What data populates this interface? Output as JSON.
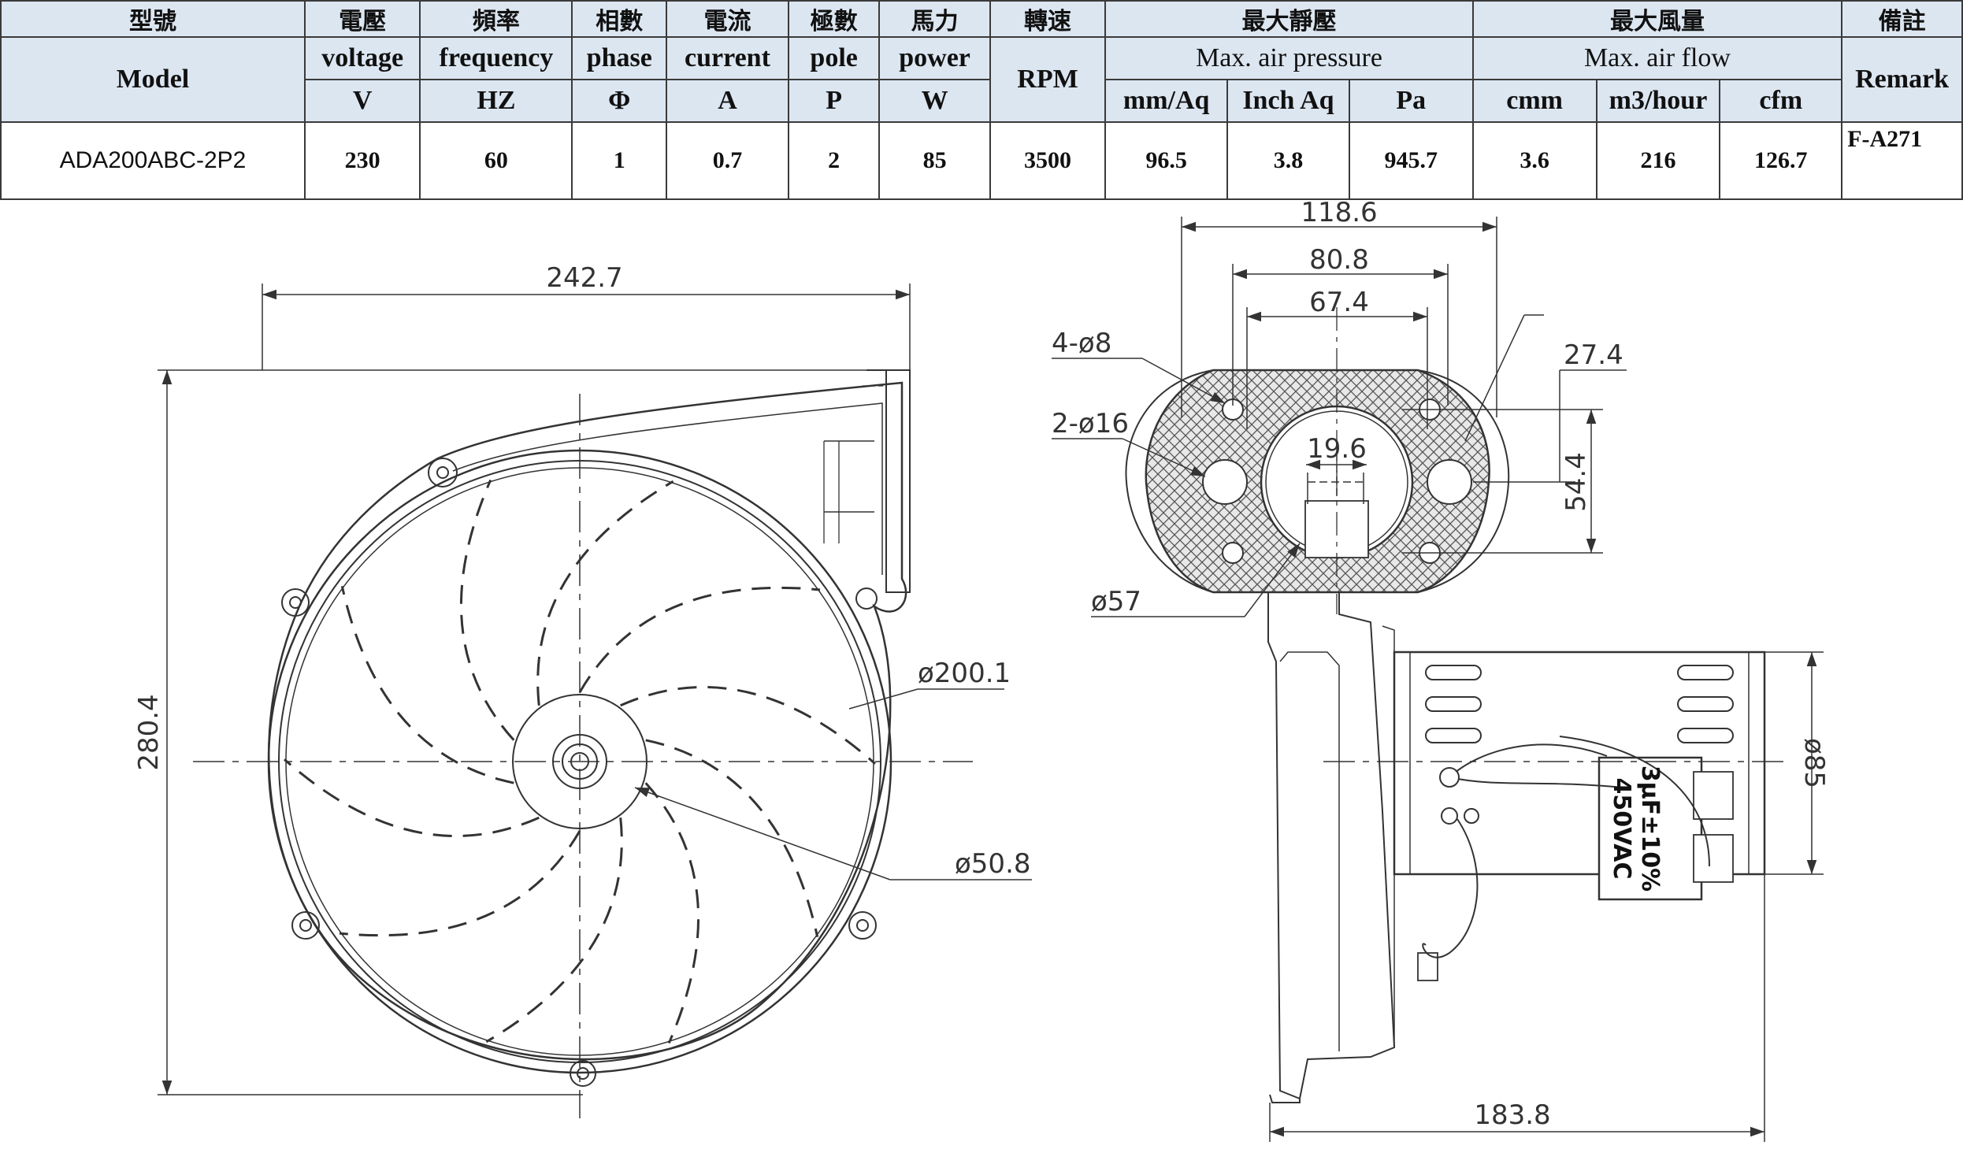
{
  "table": {
    "row1": [
      "型號",
      "電壓",
      "頻率",
      "相數",
      "電流",
      "極數",
      "馬力",
      "轉速",
      "最大靜壓",
      "最大風量",
      "備註"
    ],
    "model_label": "Model",
    "row2": [
      "voltage",
      "frequency",
      "phase",
      "current",
      "pole",
      "power"
    ],
    "rpm_label": "RPM",
    "pressure_label": "Max. air pressure",
    "flow_label": "Max. air flow",
    "remark_label": "Remark",
    "units": [
      "V",
      "HZ",
      "Φ",
      "A",
      "P",
      "W",
      "mm/Aq",
      "Inch Aq",
      "Pa",
      "cmm",
      "m3/hour",
      "cfm"
    ],
    "values": {
      "model": "ADA200ABC-2P2",
      "voltage": "230",
      "frequency": "60",
      "phase": "1",
      "current": "0.7",
      "pole": "2",
      "power": "85",
      "rpm": "3500",
      "mm_aq": "96.5",
      "inch_aq": "3.8",
      "pa": "945.7",
      "cmm": "3.6",
      "m3_hour": "216",
      "cfm": "126.7",
      "remark": "F-A271"
    }
  },
  "front_view": {
    "width_dim": "242.7",
    "height_dim": "280.4",
    "housing_dia": "ø200.1",
    "hub_dia": "ø50.8"
  },
  "side_view": {
    "dim_overall_width": "118.6",
    "dim_hole_pitch": "80.8",
    "dim_inner": "67.4",
    "dim_holes_small": "4-ø8",
    "dim_holes_large": "2-ø16",
    "dim_outlet_dia": "ø57",
    "dim_slot": "19.6",
    "dim_offset": "27.4",
    "dim_height": "54.4",
    "dim_motor_dia": "ø85",
    "dim_depth": "183.8",
    "capacitor_line1": "3μF±10%",
    "capacitor_line2": "450VAC"
  }
}
